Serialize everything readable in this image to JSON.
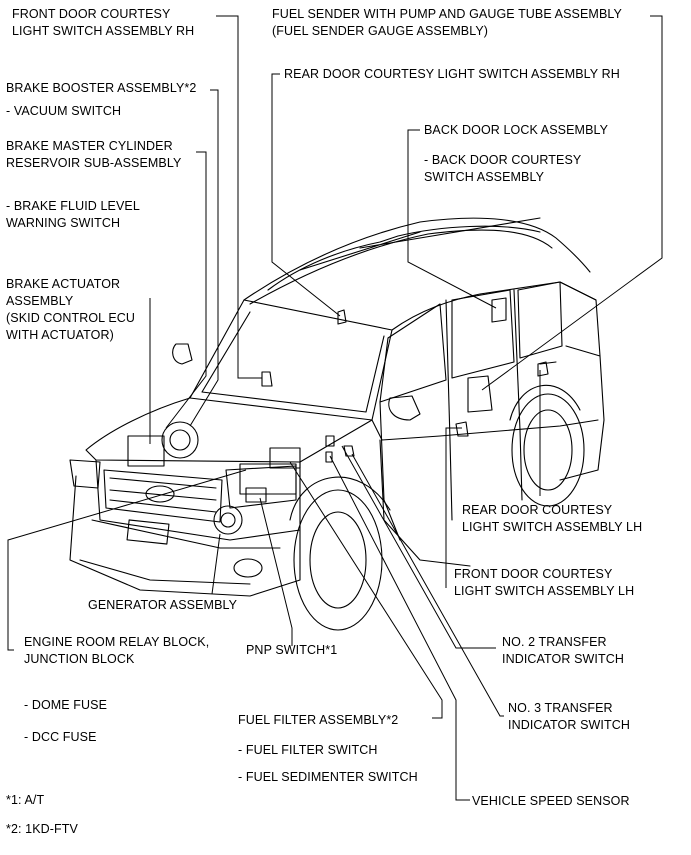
{
  "labels": {
    "front_door_rh": "FRONT DOOR COURTESY\nLIGHT SWITCH ASSEMBLY RH",
    "fuel_sender": "FUEL SENDER WITH PUMP AND GAUGE TUBE ASSEMBLY\n(FUEL SENDER GAUGE ASSEMBLY)",
    "brake_booster": "BRAKE BOOSTER ASSEMBLY*2",
    "vacuum_switch": "- VACUUM SWITCH",
    "rear_door_rh": "REAR DOOR COURTESY LIGHT SWITCH ASSEMBLY RH",
    "back_door_lock": "BACK DOOR LOCK ASSEMBLY",
    "back_door_courtesy": "- BACK DOOR COURTESY\nSWITCH ASSEMBLY",
    "master_cylinder": "BRAKE MASTER CYLINDER\nRESERVOIR SUB-ASSEMBLY",
    "brake_fluid": "- BRAKE FLUID LEVEL\nWARNING SWITCH",
    "brake_actuator": "BRAKE ACTUATOR\nASSEMBLY\n(SKID CONTROL ECU\nWITH ACTUATOR)",
    "rear_door_lh": "REAR DOOR COURTESY\nLIGHT SWITCH ASSEMBLY LH",
    "front_door_lh": "FRONT DOOR COURTESY\nLIGHT SWITCH ASSEMBLY LH",
    "generator": "GENERATOR ASSEMBLY",
    "relay_block": "ENGINE ROOM RELAY BLOCK,\nJUNCTION BLOCK",
    "pnp_switch": "PNP SWITCH*1",
    "no2_transfer": "NO. 2 TRANSFER\nINDICATOR SWITCH",
    "no3_transfer": "NO. 3 TRANSFER\nINDICATOR SWITCH",
    "dome_fuse": "- DOME FUSE",
    "dcc_fuse": "- DCC FUSE",
    "fuel_filter": "FUEL FILTER ASSEMBLY*2",
    "fuel_filter_switch": "- FUEL FILTER SWITCH",
    "fuel_sedimenter": "- FUEL SEDIMENTER SWITCH",
    "vehicle_speed": "VEHICLE SPEED SENSOR",
    "note1": "*1: A/T",
    "note2": "*2: 1KD-FTV"
  }
}
